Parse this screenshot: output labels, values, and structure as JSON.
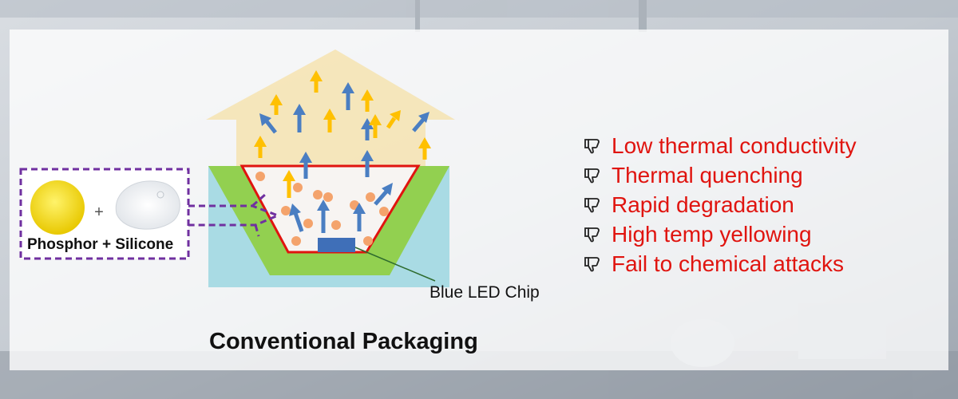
{
  "title": "Conventional Packaging",
  "mix": {
    "label": "Phosphor + Silicone",
    "plus": "+"
  },
  "chip_label": "Blue LED Chip",
  "issues": [
    {
      "text": "Low thermal conductivity",
      "icon": "thumbs-down-icon"
    },
    {
      "text": "Thermal quenching",
      "icon": "thumbs-down-icon"
    },
    {
      "text": "Rapid degradation",
      "icon": "thumbs-down-icon"
    },
    {
      "text": "High temp yellowing",
      "icon": "thumbs-down-icon"
    },
    {
      "text": "Fail to chemical attacks",
      "icon": "thumbs-down-icon"
    }
  ],
  "colors": {
    "issue_text": "#e0140f",
    "package_green": "#92d050",
    "package_blue": "#a9dbe4",
    "cup_outline": "#e0140f",
    "phosphor_dot": "#f4a36c",
    "blue_arrow": "#4a7ec2",
    "yellow_arrow": "#ffc000",
    "chip": "#3f6fb8",
    "dashed_box": "#7030a0",
    "glow": "#f5d98a"
  }
}
